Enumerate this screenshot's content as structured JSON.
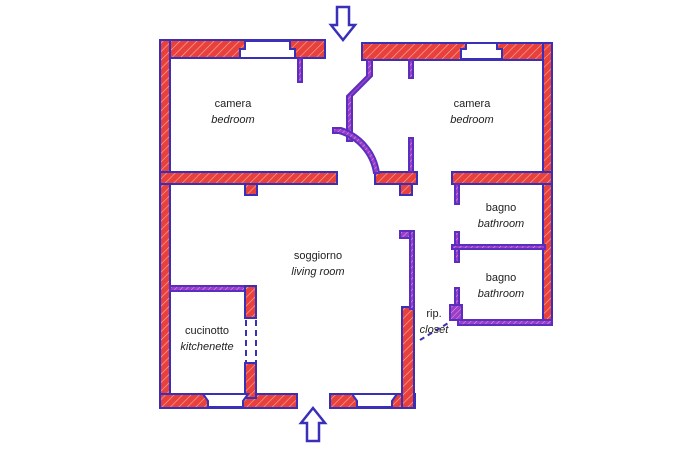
{
  "colors": {
    "wall_fill": "#e8413c",
    "wall_stroke": "#3a2fb8"
  },
  "rooms": [
    {
      "name": "camera",
      "translation": "bedroom"
    },
    {
      "name": "camera",
      "translation": "bedroom"
    },
    {
      "name": "bagno",
      "translation": "bathroom"
    },
    {
      "name": "bagno",
      "translation": "bathroom"
    },
    {
      "name": "soggiorno",
      "translation": "living room"
    },
    {
      "name": "cucinotto",
      "translation": "kitchenette"
    },
    {
      "name": "rip.",
      "translation": "closet"
    }
  ],
  "entrances": [
    "entrance-arrow-top",
    "entrance-arrow-bottom"
  ]
}
